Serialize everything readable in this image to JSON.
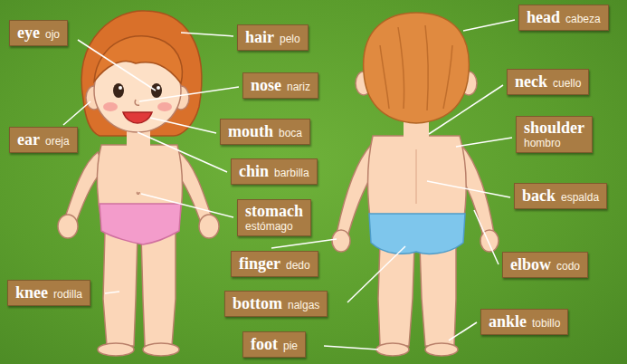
{
  "diagram": {
    "nodes": [
      {
        "text": [
          "eye",
          "ojo"
        ]
      },
      {
        "text": [
          "hair",
          "pelo"
        ]
      },
      {
        "text": [
          "head",
          "cabeza"
        ]
      },
      {
        "text": [
          "nose",
          "nariz"
        ]
      },
      {
        "text": [
          "ear",
          "oreja"
        ]
      },
      {
        "text": [
          "neck",
          "cuello"
        ]
      },
      {
        "text": [
          "mouth",
          "boca"
        ]
      },
      {
        "text": [
          "shoulder",
          "hombro"
        ]
      },
      {
        "text": [
          "chin",
          "barbilla"
        ]
      },
      {
        "text": [
          "stomach",
          "estómago"
        ]
      },
      {
        "text": [
          "back",
          "espalda"
        ]
      },
      {
        "text": [
          "finger",
          "dedo"
        ]
      },
      {
        "text": [
          "elbow",
          "codo"
        ]
      },
      {
        "text": [
          "knee",
          "rodilla"
        ]
      },
      {
        "text": [
          "bottom",
          "nalgas"
        ]
      },
      {
        "text": [
          "ankle",
          "tobillo"
        ]
      },
      {
        "text": [
          "foot",
          "pie"
        ]
      }
    ]
  }
}
